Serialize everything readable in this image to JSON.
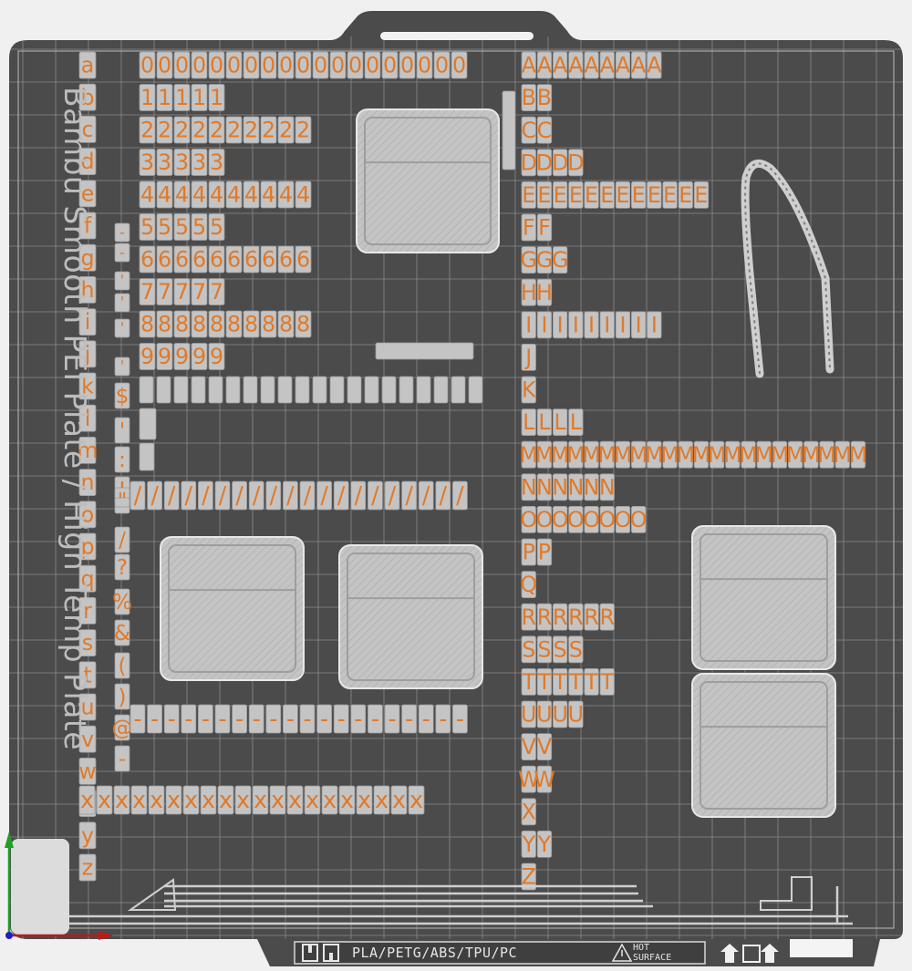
{
  "plate": {
    "label": "Bambu Smooth PEI Plate / High Temp Plate",
    "materials": "PLA/PETG/ABS/TPU/PC",
    "warning_line1": "HOT",
    "warning_line2": "SURFACE"
  },
  "colors": {
    "background": "#f0f0f0",
    "plate": "#4b4b4b",
    "grid": "#8a8a8a",
    "part": "#c4c4c4",
    "glyph": "#e07a2a",
    "x_axis": "#c01818",
    "y_axis": "#20a020"
  },
  "parts": {
    "lowercase_letters": [
      "a",
      "b",
      "c",
      "d",
      "e",
      "f",
      "g",
      "h",
      "i",
      "j",
      "k",
      "l",
      "m",
      "n",
      "o",
      "p",
      "q",
      "r",
      "s",
      "t",
      "u",
      "v",
      "w",
      "x",
      "y",
      "z"
    ],
    "symbols": [
      "-",
      "-",
      "'",
      "'",
      "'",
      "'",
      "$",
      "'",
      ":",
      "!",
      "\"",
      "",
      "/",
      "?",
      "%",
      "&",
      "(",
      ")",
      "@",
      "-",
      "_"
    ],
    "digit_rows": [
      "0000000000000000000",
      "11111",
      "2222222222",
      "33333",
      "4444444444",
      "55555",
      "6666666666",
      "77777",
      "8888888888",
      "99999"
    ],
    "slash_row": "////////////////////",
    "dash_row": "--------------------",
    "x_row": "xxxxxxxxxxxxxxxxxxxx",
    "upper_rows": [
      "AAAAAAAAA",
      "BB",
      "CC",
      "DDDD",
      "EEEEEEEEEEEE",
      "FF",
      "GGG",
      "HH",
      "IIIIIIIII",
      "J",
      "K",
      "LLLL",
      "MMMMMMMMMMMMMMMMMMMMMM",
      "NNNNNN",
      "OOOOOOOO",
      "PP",
      "Q",
      "RRRRRR",
      "SSSS",
      "TTTTTT",
      "UUUU",
      "VV",
      "WW",
      "X",
      "YY",
      "Z"
    ]
  }
}
